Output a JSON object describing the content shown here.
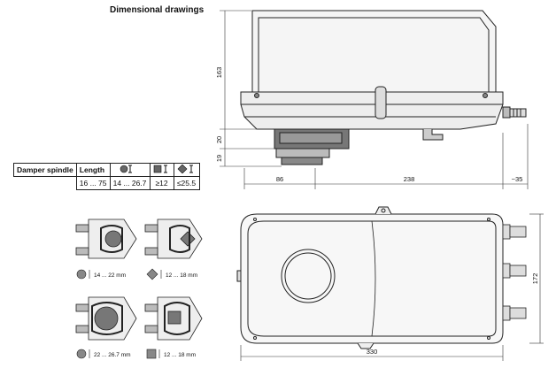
{
  "title": "Dimensional drawings",
  "table": {
    "row1_label": "Damper spindle",
    "length_label": "Length",
    "length_value": "16 ... 75",
    "round_value": "14 ... 26.7",
    "square_value": "≥12",
    "diamond_value": "≤25.5"
  },
  "dimensions": {
    "height_163": "163",
    "d20": "20",
    "d19": "19",
    "d86": "86",
    "d238": "238",
    "d35": "~35",
    "d330": "330",
    "d172": "172"
  },
  "clamps": {
    "c1": "14 ... 22 mm",
    "c2": "12 ... 18 mm",
    "c3": "22 ... 26.7 mm",
    "c4": "12 ... 18 mm"
  }
}
